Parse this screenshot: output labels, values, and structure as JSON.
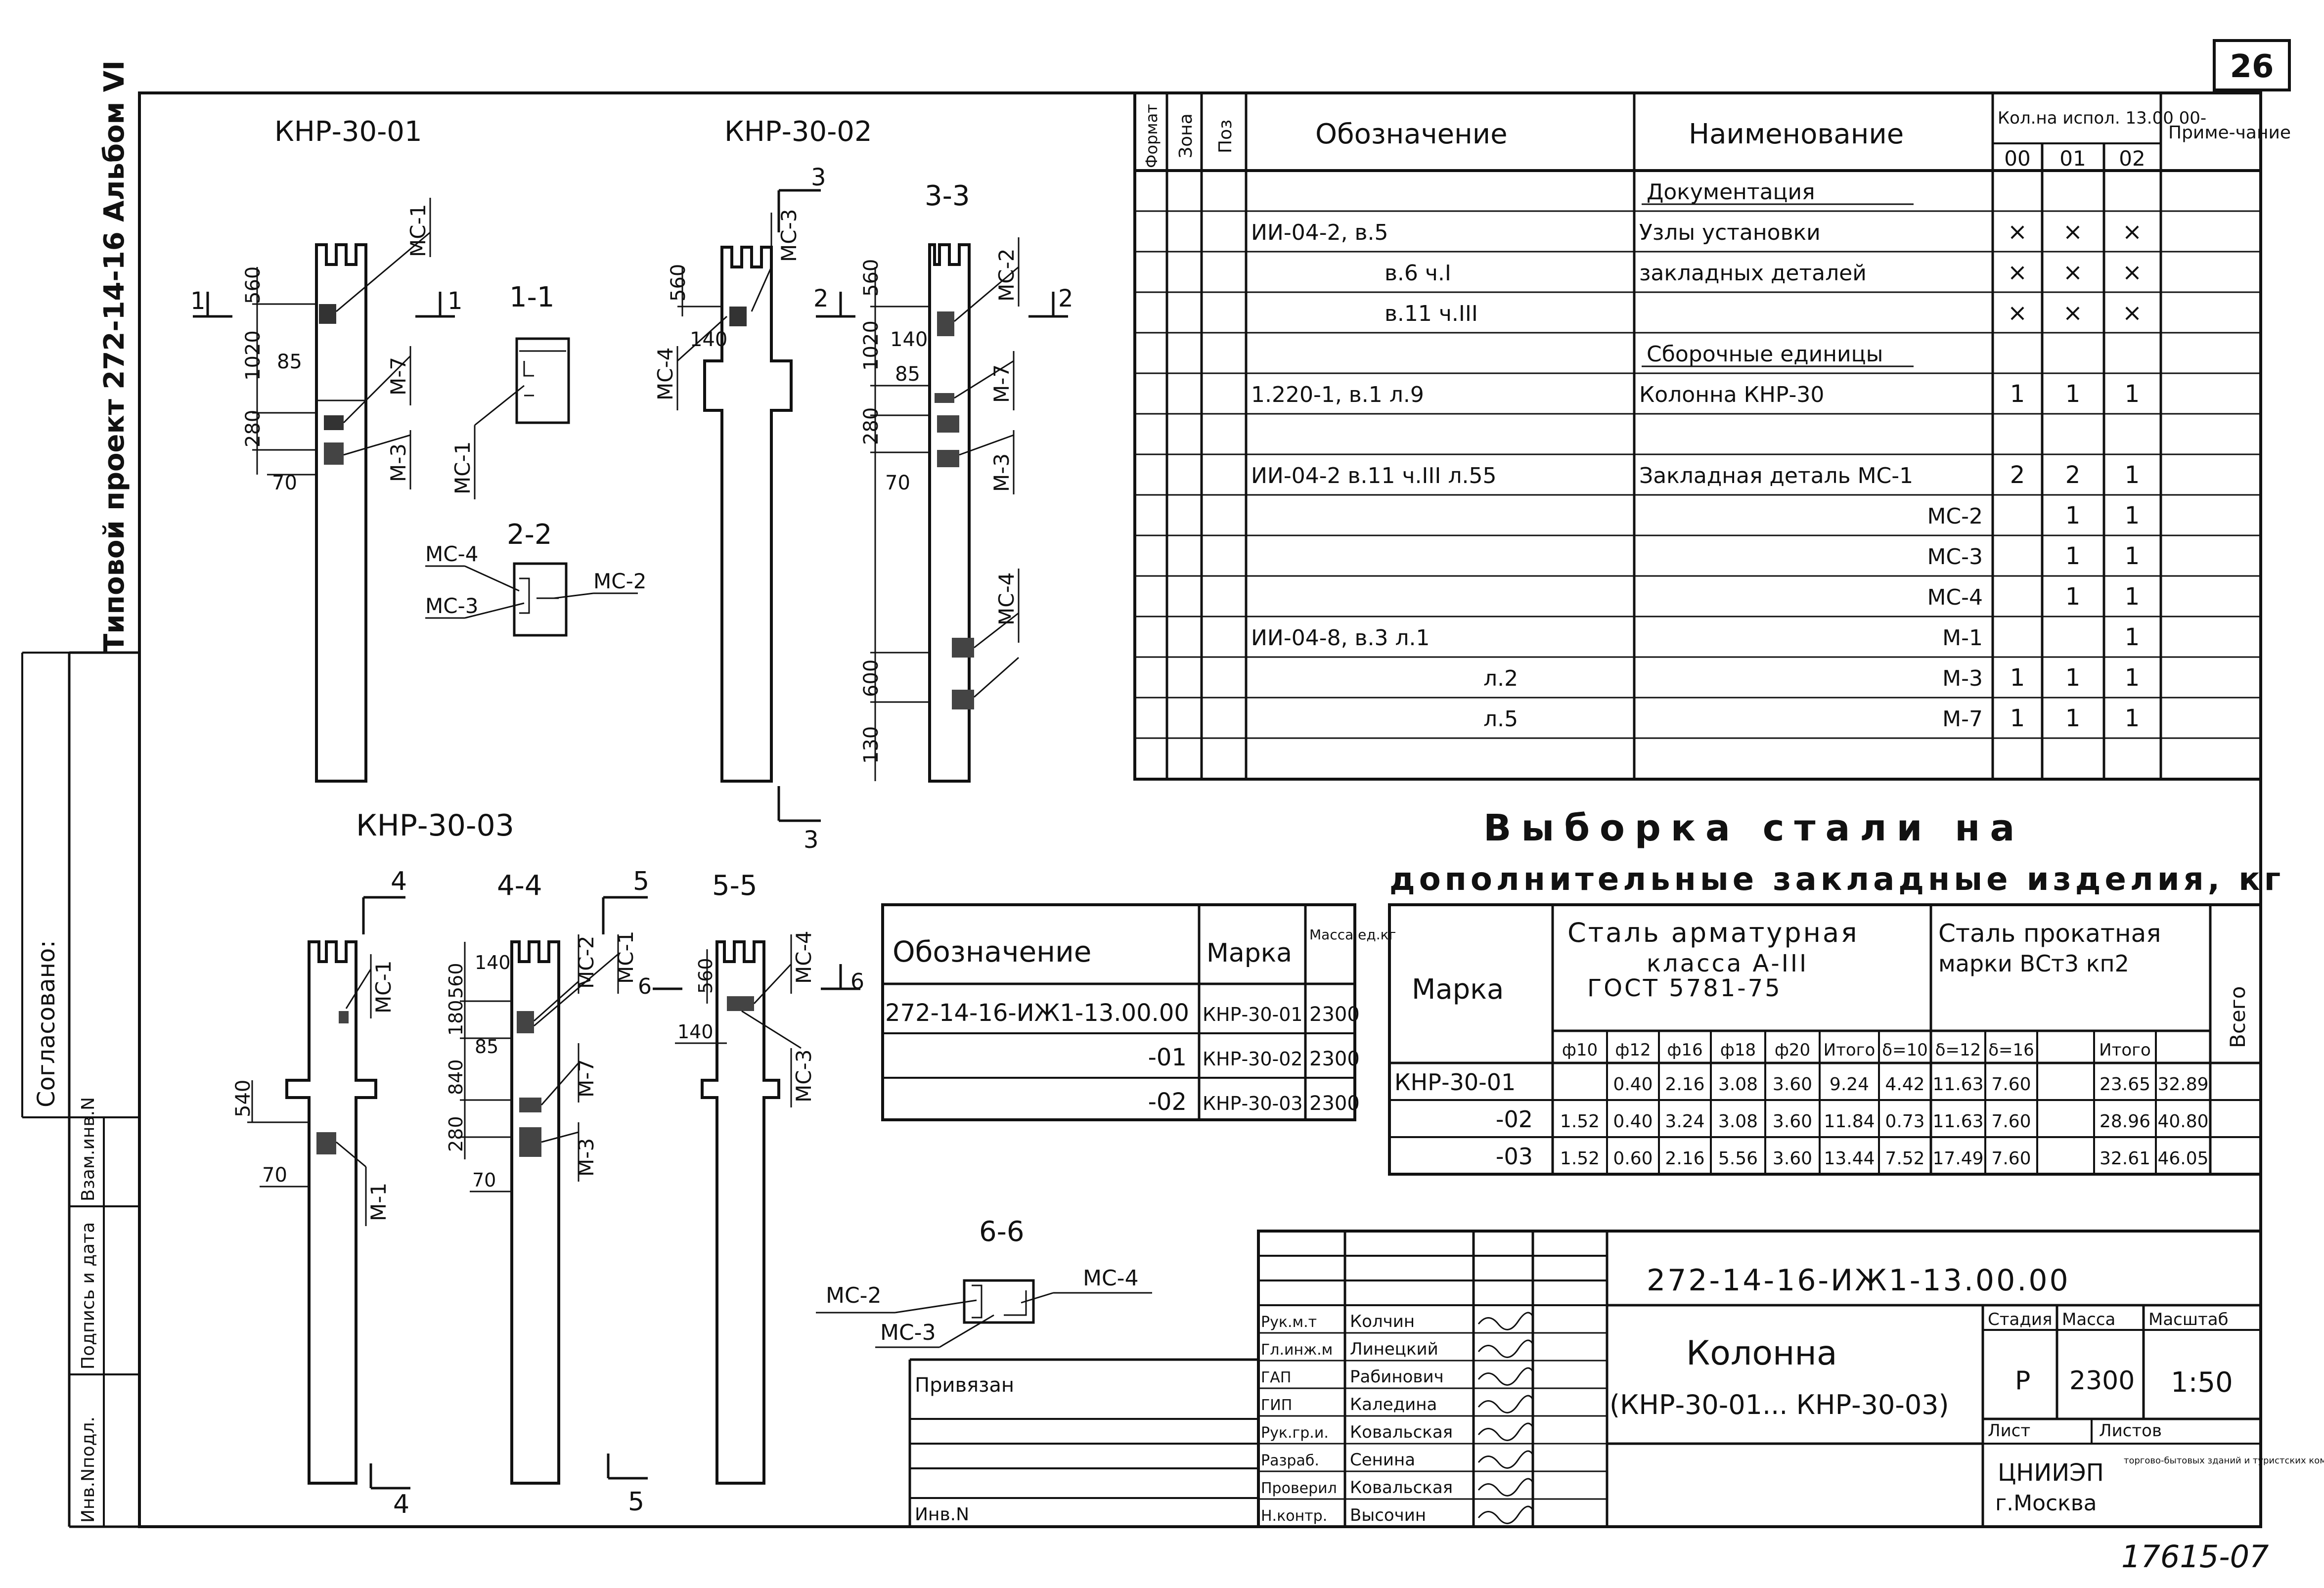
{
  "sheet_number": "26",
  "archive_number": "17615-07",
  "left_margin": {
    "project": "Типовой проект 272-14-16  Альбом VI",
    "agreed": "Согласовано:",
    "box_labels": [
      "Инв.Nподл.",
      "Подпись и дата",
      "Взам.инв.N"
    ]
  },
  "views": {
    "knr01": "КНР-30-01",
    "knr02": "КНР-30-02",
    "knr03": "КНР-30-03",
    "sec11": "1-1",
    "sec22": "2-2",
    "sec33": "3-3",
    "sec44": "4-4",
    "sec55": "5-5",
    "sec66": "6-6",
    "cut1": "1",
    "cut2": "2",
    "cut3": "3",
    "cut4": "4",
    "cut5": "5",
    "cut6": "6"
  },
  "dimensions": {
    "d560": "560",
    "d1020": "1020",
    "d85": "85",
    "d280": "280",
    "d70": "70",
    "d140": "140",
    "d600": "600",
    "d130": "130",
    "d180": "180",
    "d840": "840",
    "d540": "540"
  },
  "part_labels": {
    "mc1": "МС-1",
    "mc2": "МС-2",
    "mc3": "МС-3",
    "mc4": "МС-4",
    "m1": "М-1",
    "m3": "М-3",
    "m7": "М-7"
  },
  "spec": {
    "headers": {
      "format": "Формат",
      "zone": "Зона",
      "pos": "Поз",
      "designation": "Обозначение",
      "name": "Наименование",
      "qty": "Кол.на испол. 13.00 00-",
      "q00": "00",
      "q01": "01",
      "q02": "02",
      "note": "Приме-чание"
    },
    "rows": [
      {
        "des": "",
        "name": "Документация",
        "q": [
          "",
          "",
          ""
        ]
      },
      {
        "des": "ИИ-04-2, в.5",
        "name": "Узлы установки",
        "q": [
          "×",
          "×",
          "×"
        ]
      },
      {
        "des": "в.6 ч.I",
        "name": "закладных деталей",
        "q": [
          "×",
          "×",
          "×"
        ]
      },
      {
        "des": "в.11 ч.III",
        "name": "",
        "q": [
          "×",
          "×",
          "×"
        ]
      },
      {
        "des": "",
        "name": "Сборочные единицы",
        "q": [
          "",
          "",
          ""
        ]
      },
      {
        "des": "1.220-1, в.1 л.9",
        "name": "Колонна  КНР-30",
        "q": [
          "1",
          "1",
          "1"
        ]
      },
      {
        "des": "",
        "name": "",
        "q": [
          "",
          "",
          ""
        ]
      },
      {
        "des": "ИИ-04-2 в.11 ч.III л.55",
        "name": "Закладная деталь МС-1",
        "q": [
          "2",
          "2",
          "1"
        ]
      },
      {
        "des": "",
        "name": "МС-2",
        "q": [
          "",
          "1",
          "1"
        ]
      },
      {
        "des": "",
        "name": "МС-3",
        "q": [
          "",
          "1",
          "1"
        ]
      },
      {
        "des": "",
        "name": "МС-4",
        "q": [
          "",
          "1",
          "1"
        ]
      },
      {
        "des": "ИИ-04-8, в.3 л.1",
        "name": "М-1",
        "q": [
          "",
          "",
          "1"
        ]
      },
      {
        "des": "л.2",
        "name": "М-3",
        "q": [
          "1",
          "1",
          "1"
        ]
      },
      {
        "des": "л.5",
        "name": "М-7",
        "q": [
          "1",
          "1",
          "1"
        ]
      },
      {
        "des": "",
        "name": "",
        "q": [
          "",
          "",
          ""
        ]
      }
    ]
  },
  "mass_table": {
    "headers": {
      "des": "Обозначение",
      "mark": "Марка",
      "mass": "Масса ед.кг"
    },
    "rows": [
      {
        "des": "272-14-16-ИЖ1-13.00.00",
        "mark": "КНР-30-01",
        "mass": "2300"
      },
      {
        "des": "-01",
        "mark": "КНР-30-02",
        "mass": "2300"
      },
      {
        "des": "-02",
        "mark": "КНР-30-03",
        "mass": "2300"
      }
    ]
  },
  "steel": {
    "title1": "Выборка стали на",
    "title2": "дополнительные закладные изделия, кг",
    "mark_header": "Марка",
    "arm_header1": "Сталь арматурная",
    "arm_header2": "класса А-III",
    "arm_header3": "ГОСТ 5781-75",
    "roll_header1": "Сталь прокатная",
    "roll_header2": "марки ВСт3 кп2",
    "total_header": "Всего",
    "sub": [
      "ф10",
      "ф12",
      "ф16",
      "ф18",
      "ф20",
      "Итого",
      "δ=10",
      "δ=12",
      "δ=16",
      "",
      "Итого"
    ],
    "rows": [
      {
        "mark": "КНР-30-01",
        "v": [
          "",
          "0.40",
          "2.16",
          "3.08",
          "3.60",
          "9.24",
          "4.42",
          "11.63",
          "7.60",
          "",
          "23.65",
          "32.89"
        ]
      },
      {
        "mark": "-02",
        "v": [
          "1.52",
          "0.40",
          "3.24",
          "3.08",
          "3.60",
          "11.84",
          "0.73",
          "11.63",
          "7.60",
          "",
          "28.96",
          "40.80"
        ]
      },
      {
        "mark": "-03",
        "v": [
          "1.52",
          "0.60",
          "2.16",
          "5.56",
          "3.60",
          "13.44",
          "7.52",
          "17.49",
          "7.60",
          "",
          "32.61",
          "46.05"
        ]
      }
    ]
  },
  "title_block": {
    "code": "272-14-16-ИЖ1-13.00.00",
    "name1": "Колонна",
    "name2": "(КНР-30-01... КНР-30-03)",
    "stage_h": "Стадия",
    "mass_h": "Масса",
    "scale_h": "Масштаб",
    "stage": "Р",
    "mass": "2300",
    "scale": "1:50",
    "sheet_h": "Лист",
    "sheets_h": "Листов",
    "org1": "ЦНИИЭП",
    "org2": "г.Москва",
    "org3": "торгово-бытовых зданий и туристских комплексов",
    "tied": "Привязан",
    "inv": "Инв.N",
    "roles": [
      {
        "role": "Рук.м.т",
        "name": "Колчин"
      },
      {
        "role": "Гл.инж.м",
        "name": "Линецкий"
      },
      {
        "role": "ГАП",
        "name": "Рабинович"
      },
      {
        "role": "ГИП",
        "name": "Каледина"
      },
      {
        "role": "Рук.гр.и.",
        "name": "Ковальская"
      },
      {
        "role": "Разраб.",
        "name": "Сенина"
      },
      {
        "role": "Проверил",
        "name": "Ковальская"
      },
      {
        "role": "Н.контр.",
        "name": "Высочин"
      }
    ]
  }
}
